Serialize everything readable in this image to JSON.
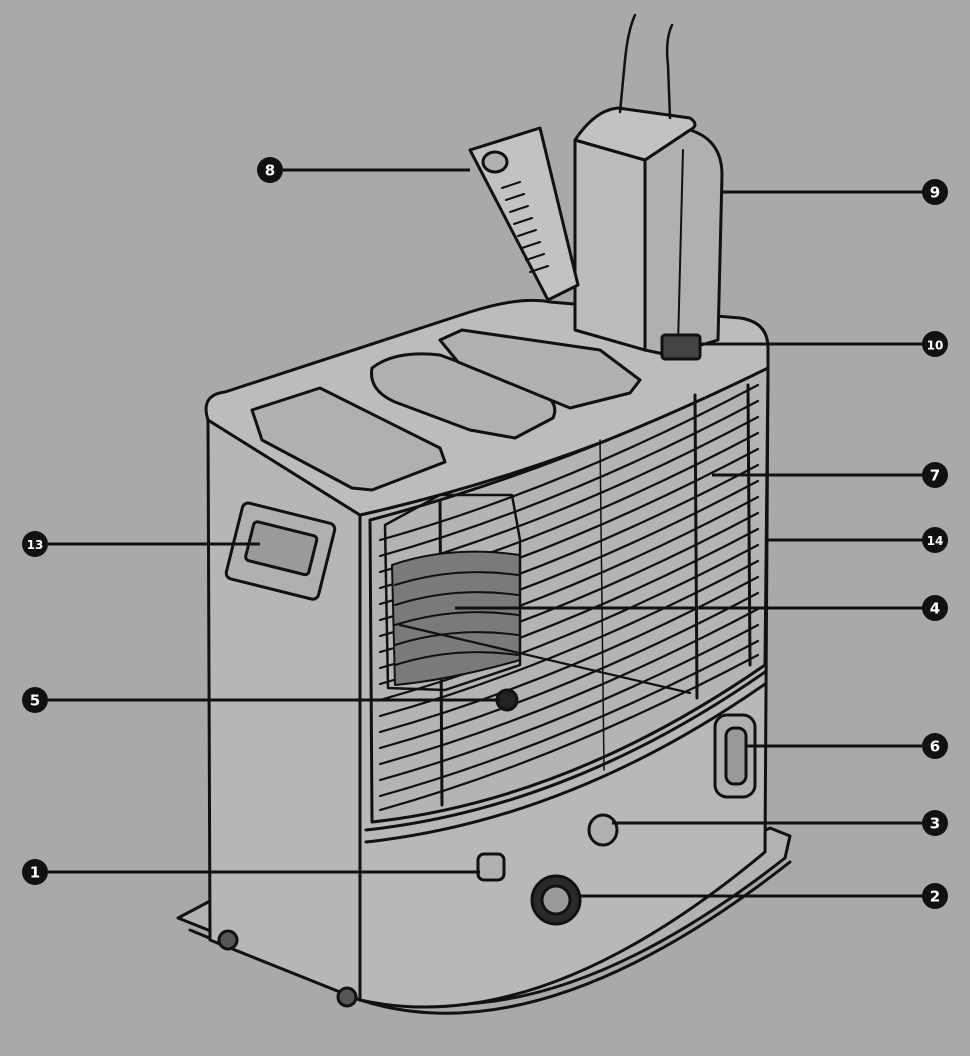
{
  "figure": {
    "colors": {
      "background": "#a9a9a9",
      "body_fill": "#b4b4b4",
      "line": "#111111",
      "callout_badge": "#111111",
      "callout_text": "#ffffff"
    },
    "callouts": [
      {
        "id": "c8",
        "label": "8"
      },
      {
        "id": "c9",
        "label": "9"
      },
      {
        "id": "c10",
        "label": "10"
      },
      {
        "id": "c7",
        "label": "7"
      },
      {
        "id": "c13",
        "label": "13"
      },
      {
        "id": "c14",
        "label": "14"
      },
      {
        "id": "c4",
        "label": "4"
      },
      {
        "id": "c5",
        "label": "5"
      },
      {
        "id": "c6",
        "label": "6"
      },
      {
        "id": "c3",
        "label": "3"
      },
      {
        "id": "c1",
        "label": "1"
      },
      {
        "id": "c2",
        "label": "2"
      }
    ]
  }
}
